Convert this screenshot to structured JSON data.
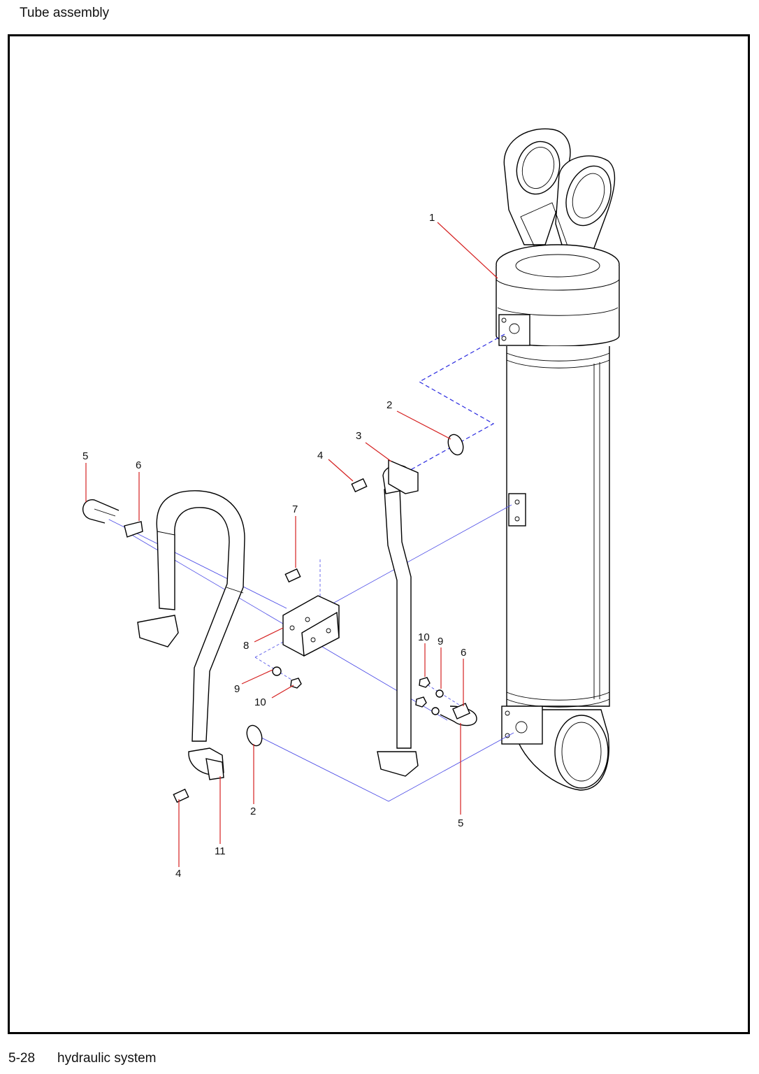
{
  "header": {
    "title": "Tube assembly"
  },
  "footer": {
    "page": "5-28",
    "section": "hydraulic system"
  },
  "callouts": [
    {
      "id": "c1",
      "text": "1"
    },
    {
      "id": "c2a",
      "text": "2"
    },
    {
      "id": "c3",
      "text": "3"
    },
    {
      "id": "c4a",
      "text": "4"
    },
    {
      "id": "c5a",
      "text": "5"
    },
    {
      "id": "c6a",
      "text": "6"
    },
    {
      "id": "c7",
      "text": "7"
    },
    {
      "id": "c8",
      "text": "8"
    },
    {
      "id": "c10a",
      "text": "10"
    },
    {
      "id": "c9a",
      "text": "9"
    },
    {
      "id": "c6b",
      "text": "6"
    },
    {
      "id": "c9b",
      "text": "9"
    },
    {
      "id": "c10b",
      "text": "10"
    },
    {
      "id": "c2b",
      "text": "2"
    },
    {
      "id": "c5b",
      "text": "5"
    },
    {
      "id": "c11",
      "text": "11"
    },
    {
      "id": "c4b",
      "text": "4"
    }
  ],
  "colors": {
    "leader": "#d52020",
    "assembly_line": "#2a2ae0",
    "frame": "#000000"
  }
}
